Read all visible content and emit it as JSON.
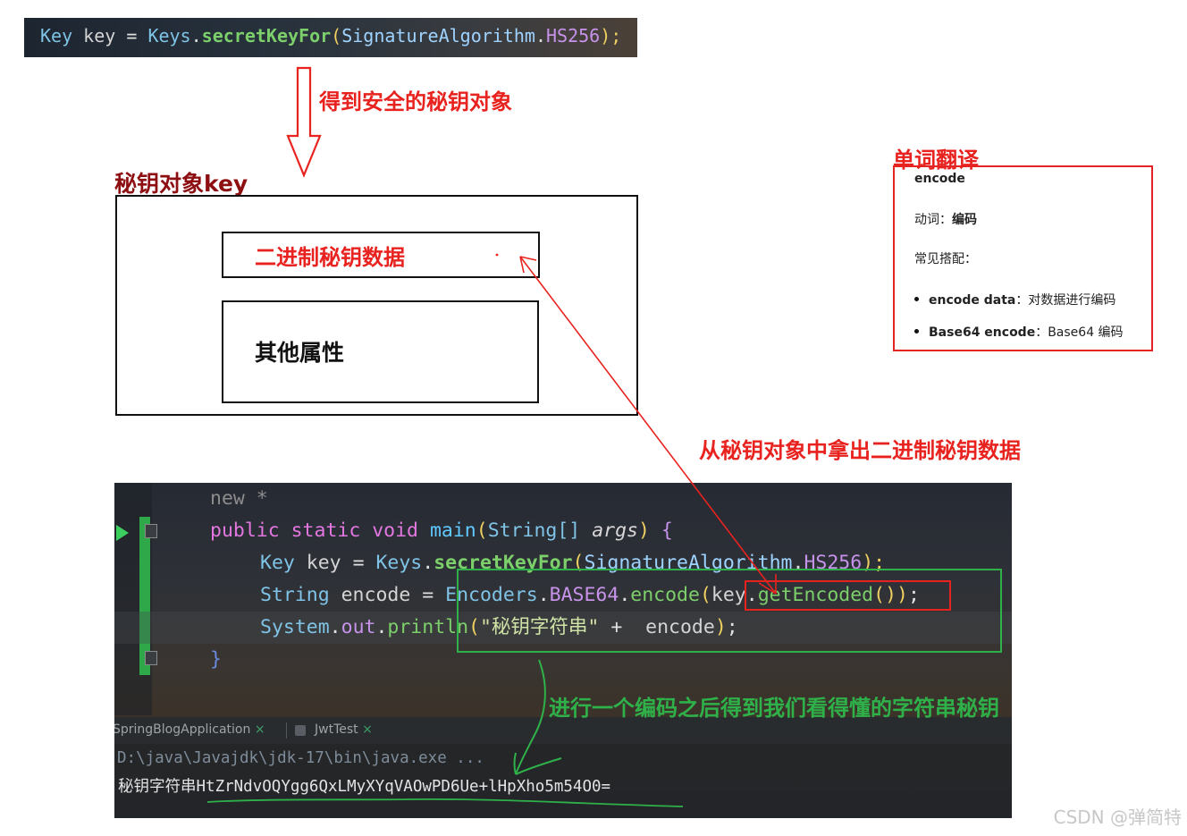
{
  "top_code": {
    "t1": "Key",
    "t2": " key ",
    "t3": "= ",
    "t4": "Keys",
    "t5": ".",
    "t6": "secretKeyFor",
    "t7": "(",
    "t8": "SignatureAlgorithm",
    "t9": ".",
    "t10": "HS256",
    "t11": ");"
  },
  "arrow_label": "得到安全的秘钥对象",
  "key_object_title": "秘钥对象key",
  "inner_box_binary": "二进制秘钥数据",
  "inner_box_other": "其他属性",
  "extract_label": "从秘钥对象中拿出二进制秘钥数据",
  "encode_label": "进行一个编码之后得到我们看得懂的字符串秘钥",
  "dictionary": {
    "title": "单词翻译",
    "word": "encode",
    "pos_label": "动词：",
    "pos_meaning": "编码",
    "collocations_label": "常见搭配：",
    "items": [
      {
        "term": "encode data",
        "sep": "：",
        "meaning": "对数据进行编码"
      },
      {
        "term": "Base64 encode",
        "sep": "：",
        "meaning": "Base64 编码"
      }
    ]
  },
  "ide": {
    "hint": "new *",
    "line1": {
      "kw": "public static void ",
      "name": "main",
      "open": "(",
      "type": "String[] ",
      "param": "args",
      "close": ")",
      "brace": " {"
    },
    "line2": {
      "a": "Key",
      "b": " key ",
      "c": "= ",
      "d": "Keys",
      "e": ".",
      "f": "secretKeyFor",
      "g": "(",
      "h": "SignatureAlgorithm",
      "i": ".",
      "j": "HS256",
      "k": ");"
    },
    "line3": {
      "a": "String",
      "b": " encode ",
      "c": "= ",
      "d": "Encoders",
      "e": ".",
      "f": "BASE64",
      "g": ".",
      "h": "encode",
      "i": "(",
      "j": "key",
      "k": ".",
      "l": "getEncoded",
      "m": "()",
      "n": ")",
      "o": ";"
    },
    "line4": {
      "a": "System",
      "b": ".",
      "c": "out",
      "d": ".",
      "e": "println",
      "f": "(",
      "g": "\"秘钥字符串\"",
      "h": " +  ",
      "i": "encode",
      "j": ")",
      "k": ";"
    },
    "line5": "}",
    "tabs": [
      {
        "label": "SpringBlogApplication",
        "close": "×"
      },
      {
        "label": "JwtTest",
        "close": "×"
      }
    ],
    "console_cmd": "D:\\java\\Javajdk\\jdk-17\\bin\\java.exe ...",
    "console_prefix": "秘钥字符串",
    "console_value": "HtZrNdvOQYgg6QxLMyXYqVAOwPD6Ue+lHpXho5m54O0="
  },
  "watermark": "CSDN @弹简特",
  "colors": {
    "annotation_red": "#e8231f",
    "annotation_green": "#2fb14a",
    "title_darkred": "#8e0f12"
  }
}
